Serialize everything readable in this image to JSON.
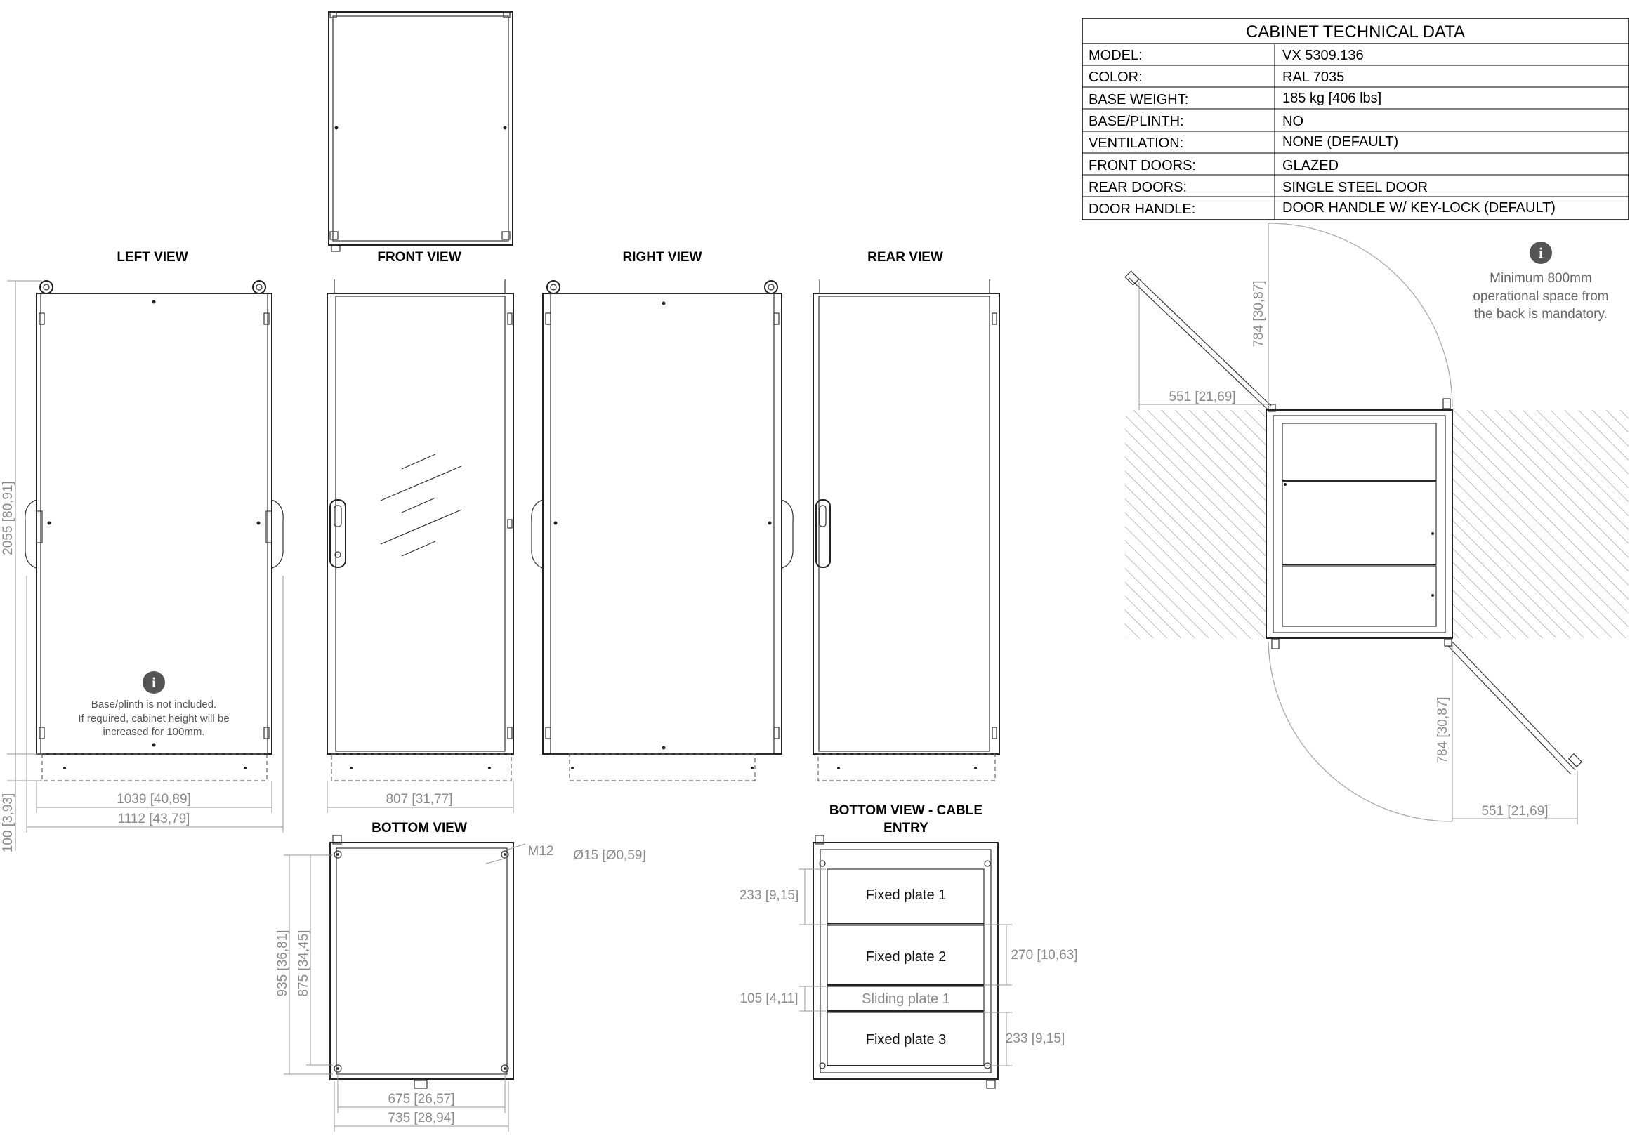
{
  "views": {
    "left": "LEFT VIEW",
    "front": "FRONT VIEW",
    "right": "RIGHT VIEW",
    "rear": "REAR VIEW",
    "bottom": "BOTTOM VIEW",
    "bottom_cable_line1": "BOTTOM VIEW - CABLE",
    "bottom_cable_line2": "ENTRY"
  },
  "dimensions": {
    "height": "2055 [80,91]",
    "plinth": "100 [3,93]",
    "width_inner": "1039 [40,89]",
    "width_outer": "1112 [43,79]",
    "front_width": "807 [31,77]",
    "m12": "M12",
    "hole": "Ø15 [Ø0,59]",
    "depth_outer": "935 [36,81]",
    "depth_inner": "875 [34,45]",
    "bottom_inner": "675 [26,57]",
    "bottom_outer": "735 [28,94]",
    "plate1_h": "233 [9,15]",
    "plate2_h": "270 [10,63]",
    "sliding_h": "105 [4,11]",
    "plate3_h": "233 [9,15]",
    "door_swing_top": "784 [30,87]",
    "door_width_top": "551 [21,69]",
    "door_swing_bottom": "784 [30,87]",
    "door_width_bottom": "551 [21,69]"
  },
  "plates": {
    "fixed1": "Fixed plate 1",
    "fixed2": "Fixed plate 2",
    "sliding1": "Sliding plate 1",
    "fixed3": "Fixed plate 3"
  },
  "notes": {
    "plinth_line1": "Base/plinth is not included.",
    "plinth_line2": "If required, cabinet height will be",
    "plinth_line3": "increased for 100mm.",
    "space_line1": "Minimum 800mm",
    "space_line2": "operational space from",
    "space_line3": "the back is mandatory.",
    "info_glyph": "i"
  },
  "table": {
    "title": "CABINET TECHNICAL DATA",
    "rows": [
      {
        "key": "MODEL:",
        "value": "VX 5309.136"
      },
      {
        "key": "COLOR:",
        "value": "RAL 7035"
      },
      {
        "key": "BASE WEIGHT:",
        "value": "185 kg [406 lbs]"
      },
      {
        "key": "BASE/PLINTH:",
        "value": "NO"
      },
      {
        "key": "VENTILATION:",
        "value": "NONE (DEFAULT)"
      },
      {
        "key": "FRONT DOORS:",
        "value": "GLAZED"
      },
      {
        "key": "REAR DOORS:",
        "value": "SINGLE STEEL DOOR"
      },
      {
        "key": "DOOR HANDLE:",
        "value": "DOOR HANDLE W/ KEY-LOCK (DEFAULT)"
      }
    ]
  },
  "icons": {
    "info": "info-circle-icon"
  },
  "colors": {
    "line": "#222222",
    "dimension": "#8a8a8a",
    "hatch": "#9a9a9a"
  }
}
